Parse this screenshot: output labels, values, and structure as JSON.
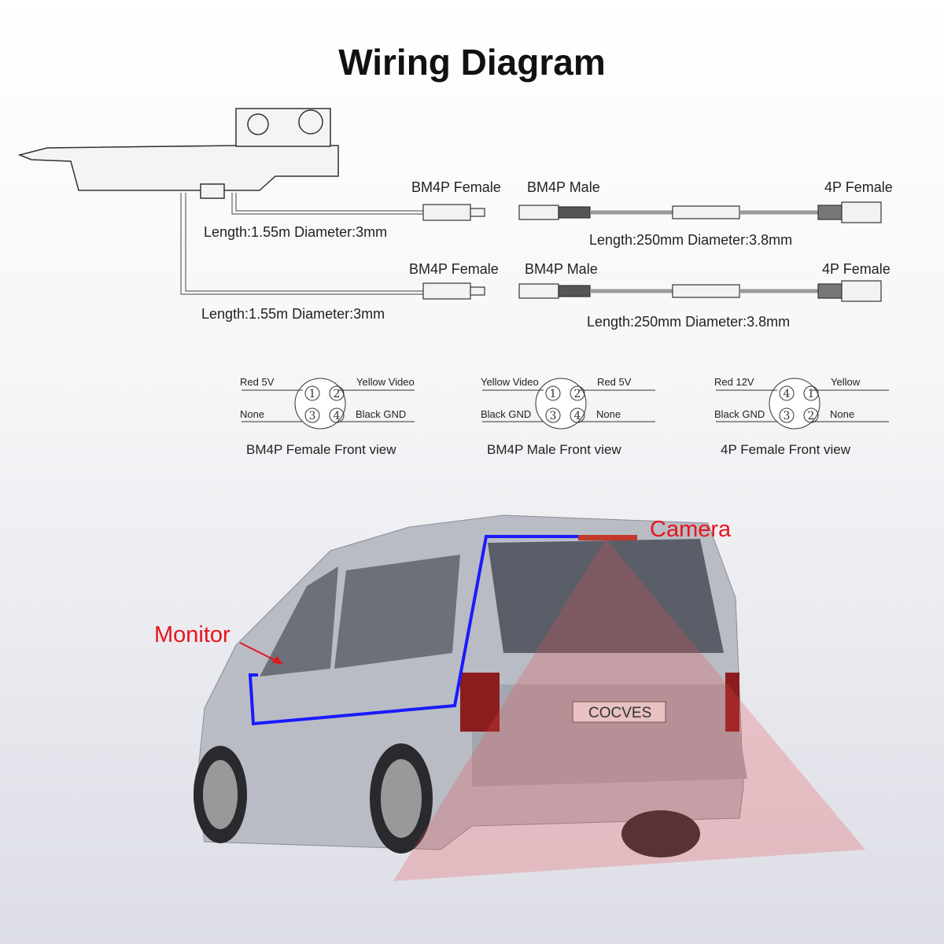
{
  "title": "Wiring Diagram",
  "cables": [
    {
      "female": "BM4P Female",
      "male": "BM4P Male",
      "p4": "4P Female",
      "length1": "Length:1.55m Diameter:3mm",
      "length2": "Length:250mm Diameter:3.8mm"
    },
    {
      "female": "BM4P Female",
      "male": "BM4P Male",
      "p4": "4P Female",
      "length1": "Length:1.55m Diameter:3mm",
      "length2": "Length:250mm Diameter:3.8mm"
    }
  ],
  "pinouts": [
    {
      "caption": "BM4P Female Front view",
      "tl": "Red 5V",
      "tr": "Yellow Video",
      "bl": "None",
      "br": "Black GND",
      "pins": [
        "1",
        "2",
        "3",
        "4"
      ]
    },
    {
      "caption": "BM4P Male Front view",
      "tl": "Yellow Video",
      "tr": "Red 5V",
      "bl": "Black GND",
      "br": "None",
      "pins": [
        "1",
        "2",
        "3",
        "4"
      ]
    },
    {
      "caption": "4P Female Front view",
      "tl": "Red 12V",
      "tr": "Yellow",
      "bl": "Black GND",
      "br": "None",
      "pins": [
        "4",
        "1",
        "3",
        "2"
      ]
    }
  ],
  "car": {
    "camera_label": "Camera",
    "monitor_label": "Monitor",
    "plate": "COCVES",
    "wire_color": "#1a1aff",
    "label_color": "#e8141c"
  }
}
